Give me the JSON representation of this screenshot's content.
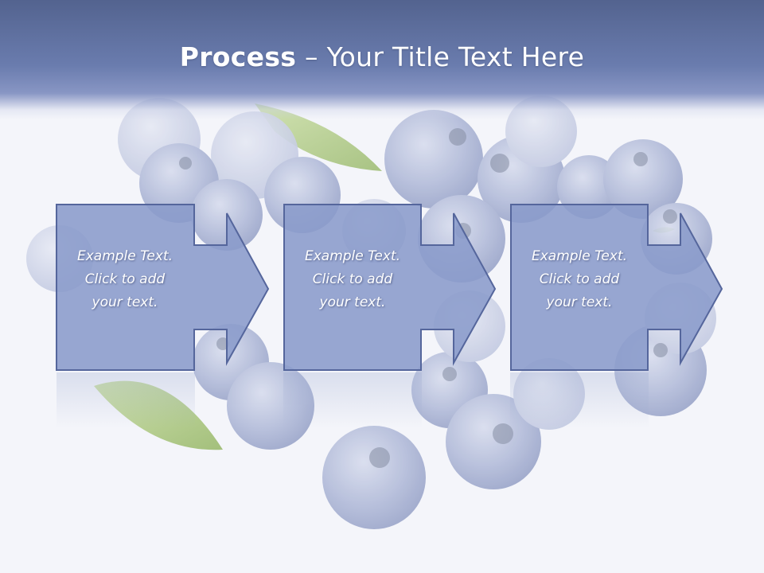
{
  "slide": {
    "title_bold": "Process",
    "title_rest": " – Your Title Text Here"
  },
  "steps": [
    {
      "line1": "Example Text.",
      "line2": "Click  to add",
      "line3": "your text."
    },
    {
      "line1": "Example Text.",
      "line2": "Click  to add",
      "line3": "your text."
    },
    {
      "line1": "Example Text.",
      "line2": "Click  to add",
      "line3": "your text."
    }
  ],
  "colors": {
    "header": "#6a7cae",
    "box_fill": "#8c9ccb",
    "box_stroke": "#5a6aa0",
    "berry": "#aab4d6",
    "leaf": "#9cc06a"
  },
  "icons": {
    "step_connector": "right-arrow-icon"
  }
}
